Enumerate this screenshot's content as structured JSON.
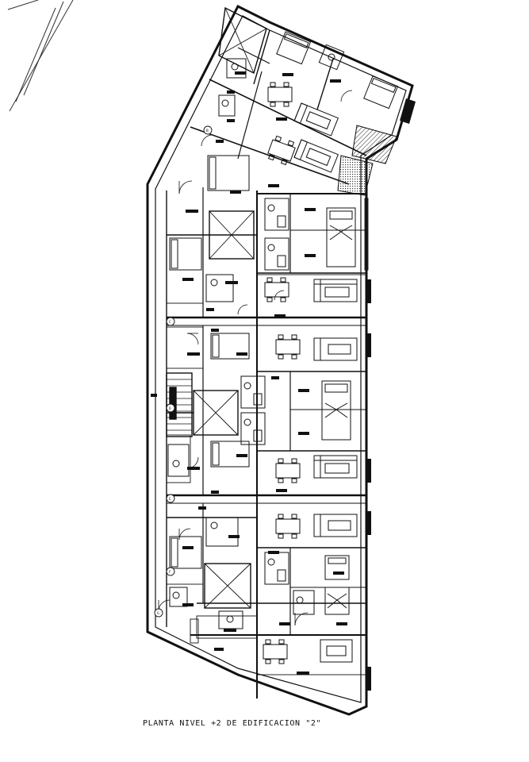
{
  "caption": "PLANTA NIVEL +2 DE EDIFICACION \"2\"",
  "grid_markers": [
    "B",
    "C",
    "D",
    "E",
    "F",
    "G"
  ],
  "colors": {
    "ink": "#111111",
    "paper": "#ffffff"
  }
}
